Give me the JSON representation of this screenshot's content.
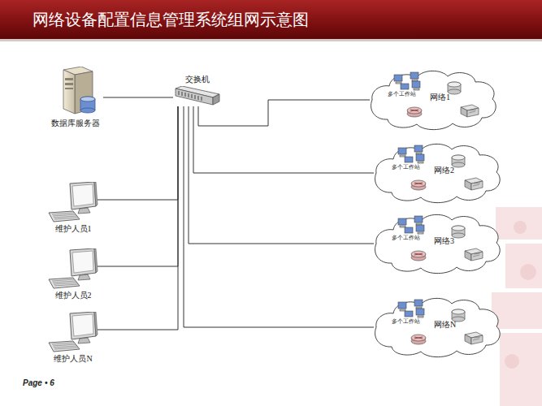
{
  "diagram": {
    "title": "网络设备配置信息管理系统组网示意图",
    "nodes": [
      {
        "text": [
          "数据库服务器"
        ]
      },
      {
        "text": [
          "交换机"
        ]
      },
      {
        "text": [
          "多个工作站",
          "网络1"
        ]
      },
      {
        "text": [
          "多个工作站",
          "网络2"
        ]
      },
      {
        "text": [
          "多个工作站",
          "网络3"
        ]
      },
      {
        "text": [
          "多个工作站",
          "网络N"
        ]
      },
      {
        "text": [
          "维护人员1"
        ]
      },
      {
        "text": [
          "维护人员2"
        ]
      },
      {
        "text": [
          "维护人员N"
        ]
      }
    ],
    "edges": [
      {
        "from": 0,
        "to": 1,
        "arrow": "none"
      },
      {
        "from": 1,
        "to": 2,
        "arrow": "none"
      },
      {
        "from": 1,
        "to": 3,
        "arrow": "none"
      },
      {
        "from": 1,
        "to": 4,
        "arrow": "none"
      },
      {
        "from": 1,
        "to": 5,
        "arrow": "none"
      },
      {
        "from": 1,
        "to": 6,
        "arrow": "none"
      },
      {
        "from": 1,
        "to": 7,
        "arrow": "none"
      },
      {
        "from": 1,
        "to": 8,
        "arrow": "none"
      }
    ],
    "labels": [
      "Page",
      "• 6"
    ]
  }
}
